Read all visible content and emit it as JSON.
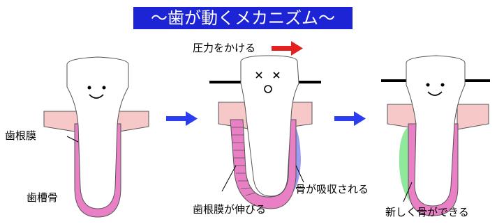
{
  "title": "～歯が動くメカニズム～",
  "labels": {
    "pressure": "圧力をかける",
    "periodontal_ligament": "歯根膜",
    "alveolar_bone": "歯槽骨",
    "ligament_stretches": "歯根膜が伸びる",
    "bone_resorbed": "骨が吸収される",
    "new_bone_forms": "新しく骨ができる"
  },
  "colors": {
    "title_bg": "#1c24d6",
    "gum": "#f7c8c8",
    "ligament": "#e97fc4",
    "resorption": "#9b9bf2",
    "new_bone": "#8fe89b",
    "flow_arrow": "#2b3df0",
    "force_arrow": "#e52020"
  }
}
